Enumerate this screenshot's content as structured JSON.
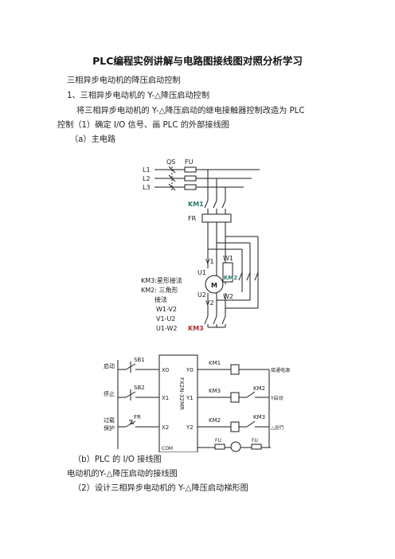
{
  "doc": {
    "title": "PLC编程实例讲解与电路图接线图对照分析学习",
    "para1": "三相异步电动机的降压启动控制",
    "para2": "1、三相异步电动机的 Y-△降压启动控制",
    "para3a": "将三相异步电动机的  Y-△降压启动的继电接触器控制改造为  PLC",
    "para3b": "控制（1）确定 I/O 信号、画 PLC 的外部接线图",
    "caption_a": "（a）主电路",
    "caption_b": "（b）PLC 的 I/O 接线图",
    "para4": "电动机的Y-△降压启动的接线图",
    "para5": "（2）设计三相异步电动机的 Y-△降压启动梯形图"
  },
  "main_circuit": {
    "lines": [
      "L1",
      "L2",
      "L3"
    ],
    "qs": "QS",
    "fu": "FU",
    "km1": "KM1",
    "fr": "FR",
    "motor": "M",
    "km2": "KM2",
    "km3": "KM3",
    "terminals": [
      "U1",
      "V1",
      "W1",
      "U2",
      "V2",
      "W2"
    ],
    "legend": [
      "KM3:星形接法",
      "KM2: 三角形",
      "接法",
      "W1-V2",
      "V1-U2",
      "U1-W2"
    ]
  },
  "io_diagram": {
    "inputs": [
      {
        "label": "启动",
        "device": "SB1",
        "port": "X0"
      },
      {
        "label": "停止",
        "device": "SB2",
        "port": "X1"
      },
      {
        "label": "过载",
        "label2": "保护",
        "device": "FR",
        "port": "X2"
      }
    ],
    "plc_model": "FX2N-32MR",
    "com_label": "COM",
    "outputs": [
      {
        "port": "Y0",
        "coil": "KM1",
        "contact": "",
        "note": "接通电源"
      },
      {
        "port": "Y1",
        "coil": "KM3",
        "contact": "KM2",
        "note": "Y启动"
      },
      {
        "port": "Y2",
        "coil": "KM2",
        "contact": "KM3",
        "note": "△运行"
      }
    ],
    "fuses": [
      "FU",
      "FU"
    ]
  }
}
